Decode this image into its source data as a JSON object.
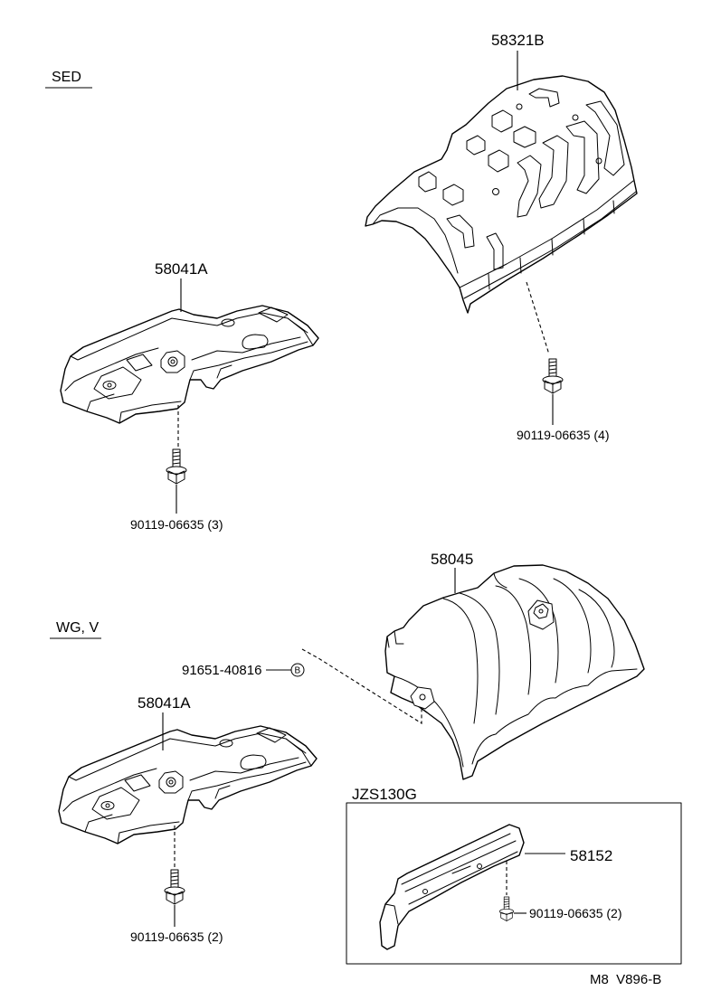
{
  "sections": {
    "sed": "SED",
    "wg_v": "WG, V",
    "jzs130g": "JZS130G"
  },
  "callouts": {
    "upper_heat_insulator": "58321B",
    "sed_under_cover": "58041A",
    "sed_upper_bolt": "90119-06635 (4)",
    "sed_lower_bolt": "90119-06635 (3)",
    "wg_heat_insulator": "58045",
    "wg_clip": "91651-40816",
    "wg_clip_ref": "B",
    "wg_under_cover": "58041A",
    "wg_bolt": "90119-06635 (2)",
    "jzs_insulator": "58152",
    "jzs_bolt": "90119-06635 (2)"
  },
  "footer": {
    "drawing_code": "M8  V896-B"
  }
}
